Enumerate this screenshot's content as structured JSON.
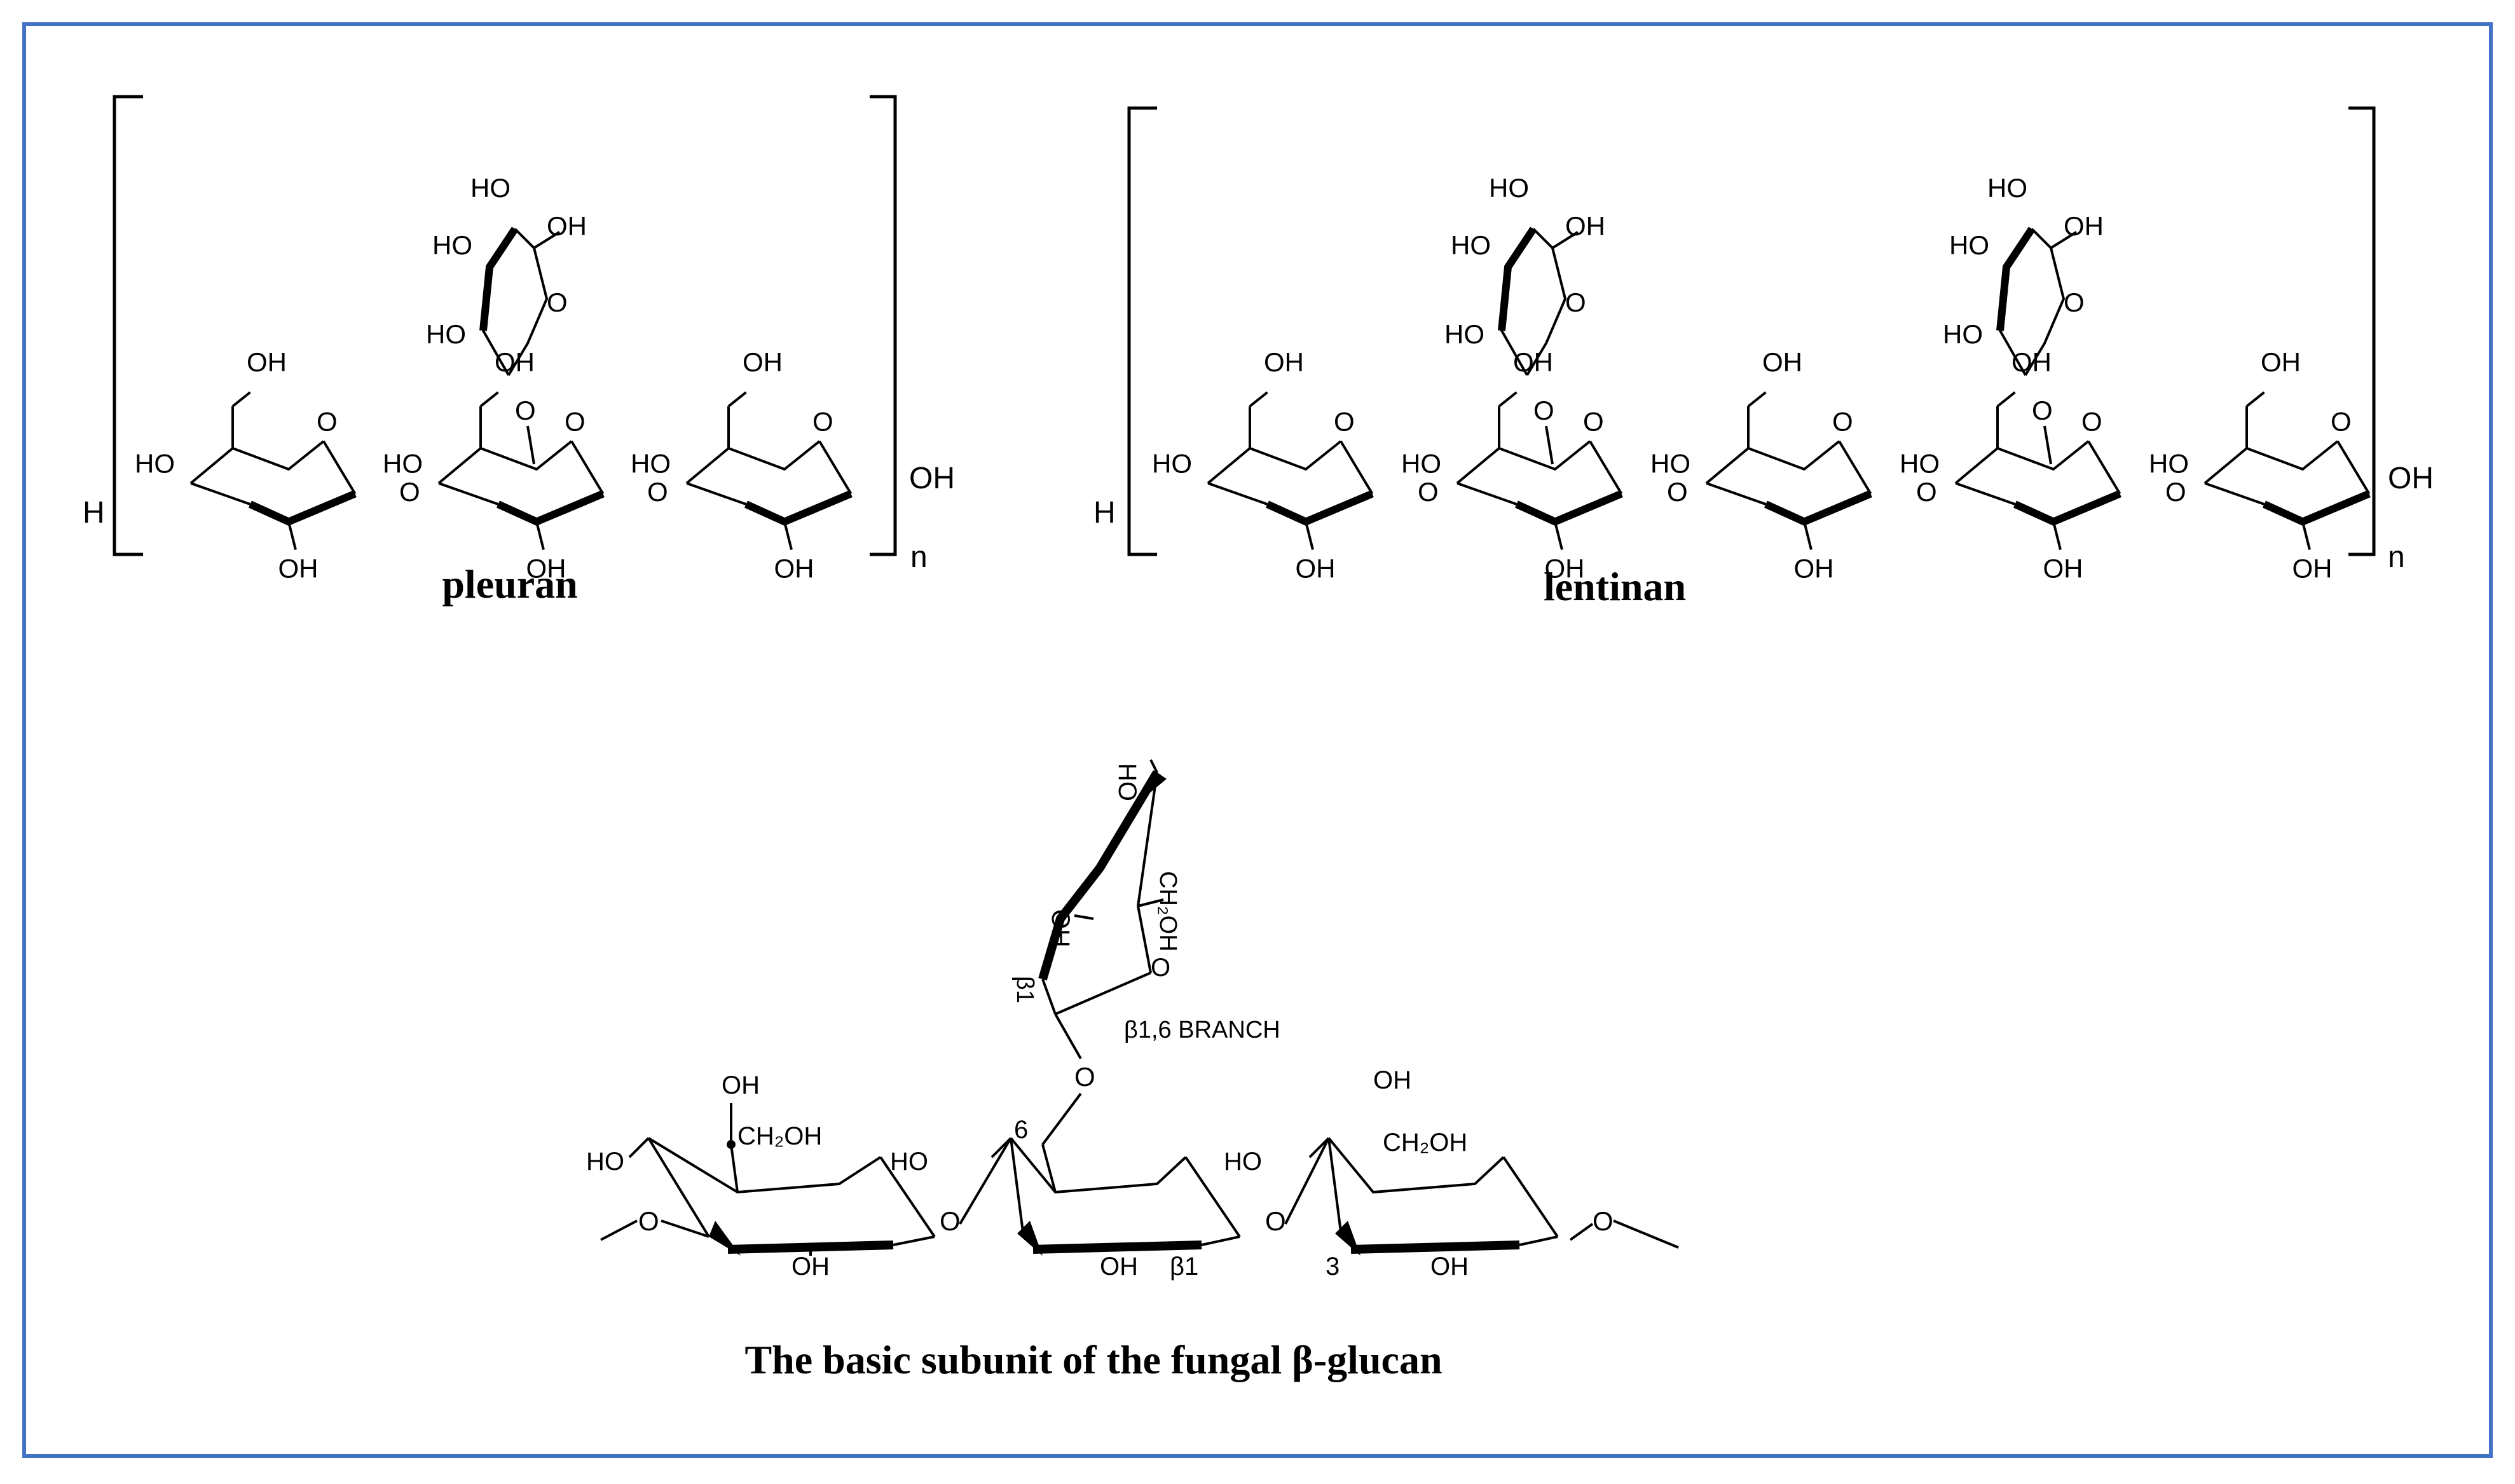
{
  "frame_color": "#4472c4",
  "ink_color": "#000000",
  "structures": {
    "pleuran": {
      "caption": "pleuran",
      "repeat": "n",
      "terminal_h": "H",
      "terminal_oh": "OH",
      "oxygen": "O",
      "hydroxyl": "OH",
      "hydroxyl_left": "HO"
    },
    "lentinan": {
      "caption": "lentinan",
      "repeat": "n",
      "terminal_h": "H",
      "terminal_oh": "OH",
      "oxygen": "O",
      "hydroxyl": "OH",
      "hydroxyl_left": "HO"
    },
    "subunit": {
      "caption": "The basic subunit of the fungal β-glucan",
      "branch_label": "β1,6 BRANCH",
      "beta1": "β1",
      "pos3": "3",
      "pos6": "6",
      "ch2oh": "CH₂OH",
      "oxygen": "O",
      "hydroxyl": "OH",
      "hydroxyl_left": "HO"
    }
  }
}
